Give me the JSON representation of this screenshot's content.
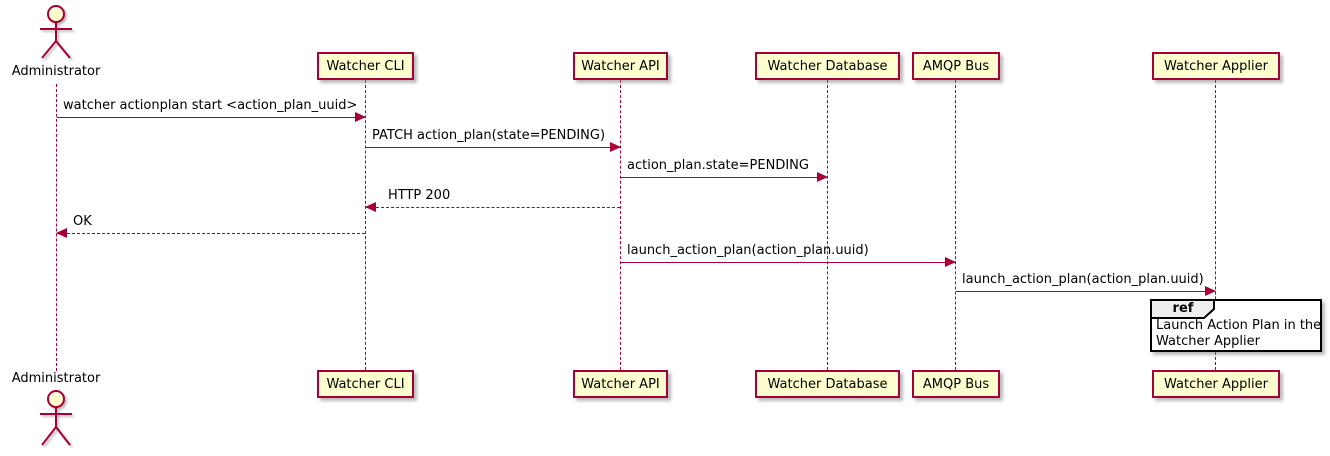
{
  "colors": {
    "accent": "#A80036",
    "participant_fill": "#FEFECE",
    "ref_border": "#000000",
    "ref_header_fill": "#EEEEEE",
    "text": "#000000"
  },
  "actor": {
    "name": "Administrator"
  },
  "participants": [
    {
      "name": "Watcher CLI"
    },
    {
      "name": "Watcher API"
    },
    {
      "name": "Watcher Database"
    },
    {
      "name": "AMQP Bus"
    },
    {
      "name": "Watcher Applier"
    }
  ],
  "messages": [
    {
      "label": "watcher actionplan start <action_plan_uuid>",
      "from": "Administrator",
      "to": "Watcher CLI",
      "style": "solid",
      "direction": "right"
    },
    {
      "label": "PATCH action_plan(state=PENDING)",
      "from": "Watcher CLI",
      "to": "Watcher API",
      "style": "solid",
      "direction": "right"
    },
    {
      "label": "action_plan.state=PENDING",
      "from": "Watcher API",
      "to": "Watcher Database",
      "style": "solid",
      "direction": "right"
    },
    {
      "label": "HTTP 200",
      "from": "Watcher API",
      "to": "Watcher CLI",
      "style": "dashed",
      "direction": "left"
    },
    {
      "label": "OK",
      "from": "Watcher CLI",
      "to": "Administrator",
      "style": "dashed",
      "direction": "left"
    },
    {
      "label": "launch_action_plan(action_plan.uuid)",
      "from": "Watcher API",
      "to": "AMQP Bus",
      "style": "solid",
      "direction": "right"
    },
    {
      "label": "launch_action_plan(action_plan.uuid)",
      "from": "AMQP Bus",
      "to": "Watcher Applier",
      "style": "solid",
      "direction": "right"
    }
  ],
  "ref_fragment": {
    "keyword": "ref",
    "lines": [
      "Launch Action Plan in the",
      "Watcher Applier"
    ]
  }
}
